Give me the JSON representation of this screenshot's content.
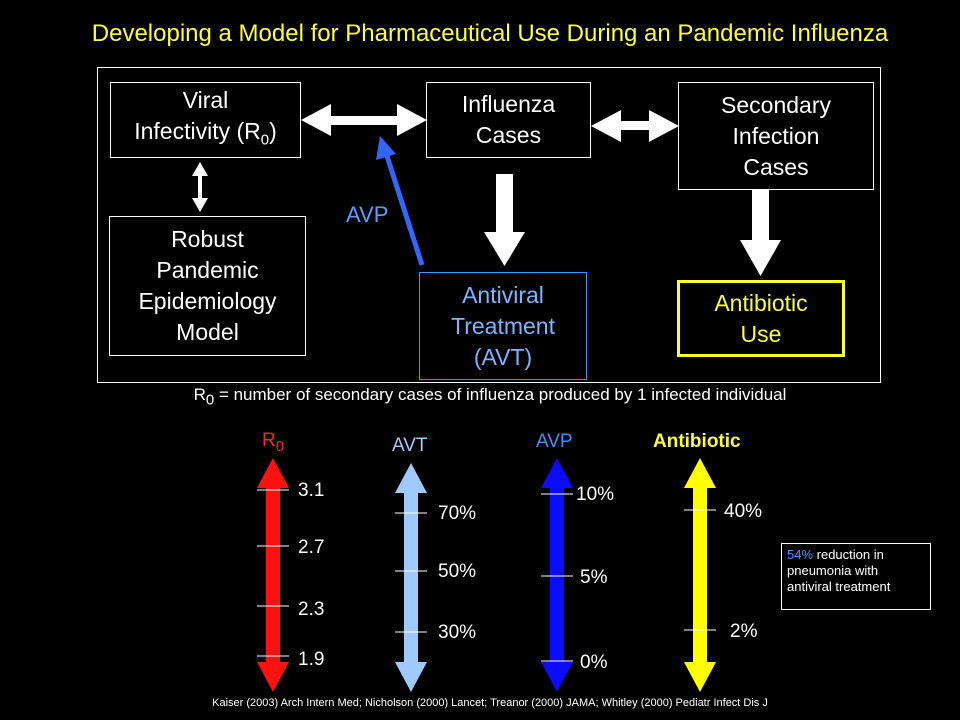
{
  "title": "Developing a Model for Pharmaceutical Use During an Pandemic Influenza",
  "boxes": {
    "viral_line1": "Viral",
    "viral_line2": "Infectivity (R",
    "viral_sub": "0",
    "viral_close": ")",
    "flu_line1": "Influenza",
    "flu_line2": "Cases",
    "secondary_line1": "Secondary",
    "secondary_line2": "Infection",
    "secondary_line3": "Cases",
    "robust_line1": "Robust",
    "robust_line2": "Pandemic",
    "robust_line3": "Epidemiology",
    "robust_line4": "Model",
    "antiviral_line1": "Antiviral",
    "antiviral_line2": "Treatment",
    "antiviral_line3": "(AVT)",
    "antibiotic_line1": "Antibiotic",
    "antibiotic_line2": "Use"
  },
  "avp_label": "AVP",
  "footnote": {
    "r": "R",
    "sub": "0",
    "text": " = number of secondary cases of influenza produced by 1 infected individual"
  },
  "scales": {
    "r0": {
      "head": "R",
      "head_sub": "0",
      "color": "#ff1111",
      "ticks": [
        "3.1",
        "2.7",
        "2.3",
        "1.9"
      ]
    },
    "avt": {
      "head": "AVT",
      "color": "#9fcaff",
      "ticks": [
        "70%",
        "50%",
        "30%"
      ]
    },
    "avp": {
      "head": "AVP",
      "color": "#0b0bff",
      "ticks": [
        "10%",
        "5%",
        "0%"
      ]
    },
    "antibiotic": {
      "head": "Antibiotic",
      "color": "#ffff00",
      "ticks": [
        "40%",
        "2%"
      ]
    }
  },
  "note": {
    "highlight": "54%",
    "text": " reduction in pneumonia with antiviral treatment"
  },
  "references": "Kaiser (2003) Arch Intern Med;  Nicholson (2000) Lancet;  Treanor (2000) JAMA;  Whitley (2000) Pediatr Infect Dis J"
}
